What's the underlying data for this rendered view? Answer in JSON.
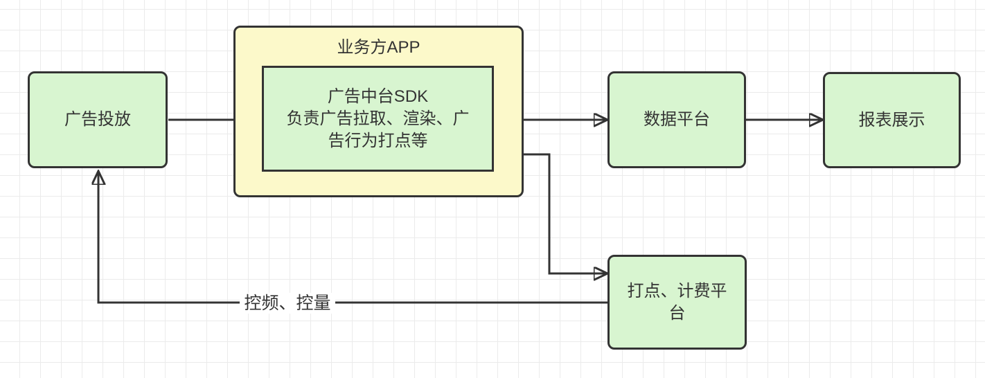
{
  "colors": {
    "node-fill": "#d8f5d0",
    "container-fill": "#fcf9ca",
    "stroke": "#333333",
    "text": "#333333",
    "grid-line": "#ebebeb",
    "canvas-bg": "#ffffff"
  },
  "diagram": {
    "nodes": {
      "ad_delivery": {
        "label": "广告投放"
      },
      "business_app": {
        "title": "业务方APP"
      },
      "ad_sdk": {
        "title": "广告中台SDK",
        "description": "负责广告拉取、渲染、广告行为打点等"
      },
      "data_platform": {
        "label": "数据平台"
      },
      "report_display": {
        "label": "报表展示"
      },
      "tracking_billing": {
        "label": "打点、计费平台"
      }
    },
    "edges": {
      "feedback": {
        "label": "控频、控量"
      }
    }
  }
}
